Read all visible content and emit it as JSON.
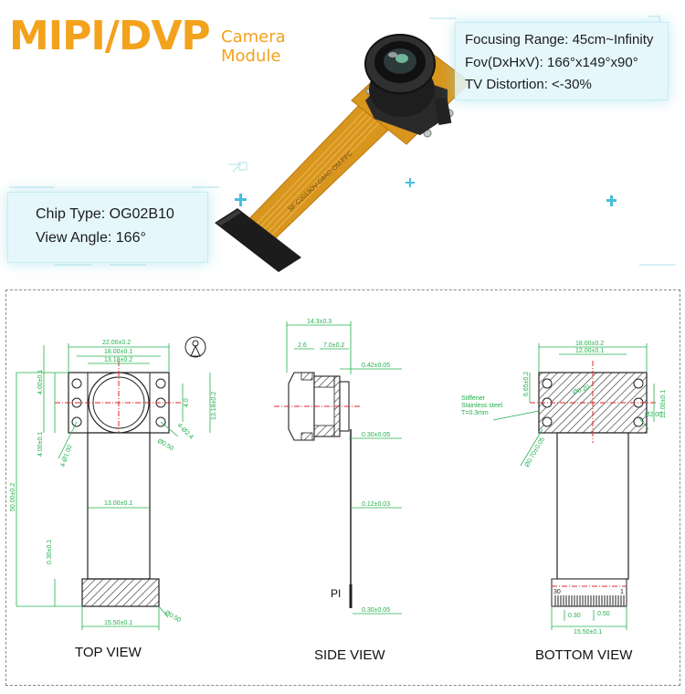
{
  "header": {
    "title_main": "MIPI/DVP",
    "title_sub_line1": "Camera",
    "title_sub_line2": "Module"
  },
  "specs_top_right": [
    "Focusing Range: 45cm~Infinity",
    "Fov(DxHxV):  166°x149°x90°",
    "TV Distortion: <-30%"
  ],
  "specs_left": [
    "Chip Type: OG02B10",
    "View Angle: 166°"
  ],
  "fpc_print": "SF-C2013OV-G8AG-OM-FPC",
  "views": {
    "top": "TOP VIEW",
    "side": "SIDE VIEW",
    "bottom": "BOTTOM VIEW"
  },
  "top_dims": {
    "d1": "22.00±0.2",
    "d2": "18.00±0.1",
    "d3": "13.18±0.2",
    "d4": "4.00±0.1",
    "d5": "4.00±0.1",
    "d6": "4-Ø1.00",
    "d7": "4.0",
    "d8": "13.18±0.2",
    "d9": "4-Ø2.4",
    "d10": "Ø0.50",
    "d11": "50.00±0.2",
    "d12": "13.00±0.1",
    "d13": "0.30±0.1",
    "d14": "15.50±0.1",
    "d15": "Ø0.50"
  },
  "side_dims": {
    "d1": "14.3±0.3",
    "d2": "2.6",
    "d3": "7.0±0.2",
    "d4": "0.42±0.05",
    "d5": "0.30±0.05",
    "d6": "0.12±0.03",
    "d7": "0.30±0.05",
    "pi": "PI"
  },
  "bottom_dims": {
    "d1": "18.00±0.2",
    "d2": "12.00±0.1",
    "d3": "6.65±0.2",
    "d4": "12.00±0.1",
    "d5": "Ø2.00",
    "d6": "Ø0.70±0.05",
    "d7": "Ø0.20",
    "stiffener1": "Stiffener",
    "stiffener2": "Stainless steel",
    "stiffener3": "T=0.3mm",
    "pin_left": "30",
    "pin_right": "1",
    "d8": "0.30",
    "d9": "0.50",
    "d10": "15.50±0.1"
  },
  "colors": {
    "title_orange": "#f3a21c",
    "dimension_green": "#22b04b",
    "centerline_red": "#e0262b",
    "fpc_orange": "#d9961e"
  }
}
